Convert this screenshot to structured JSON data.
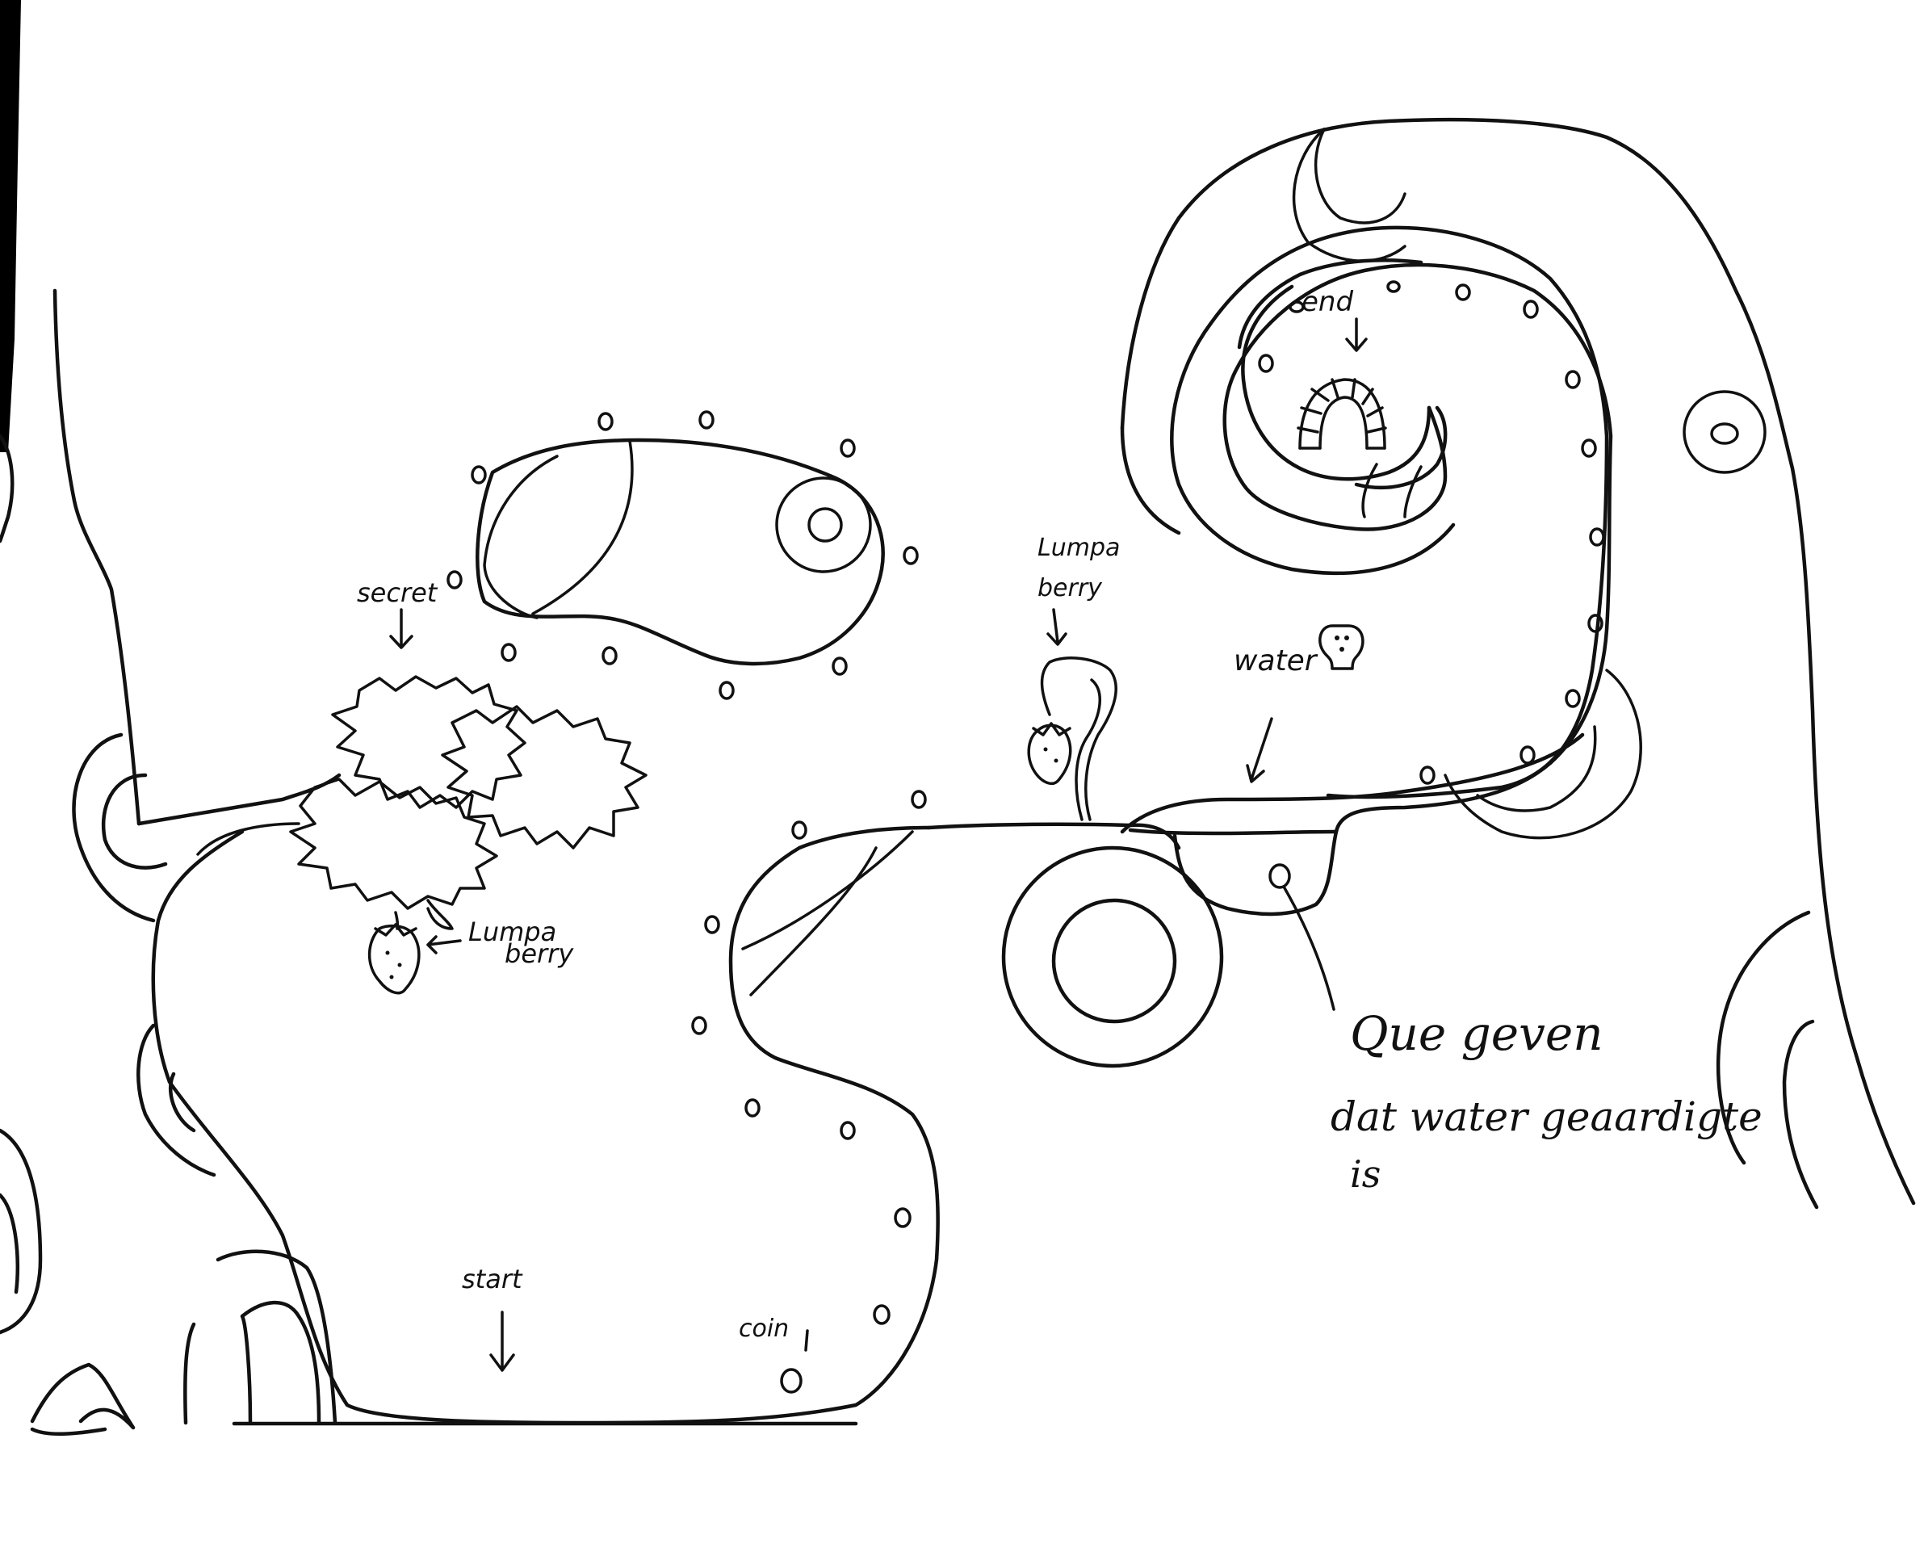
{
  "colors": {
    "ink": "#111111",
    "paper": "#ffffff",
    "margin_bar": "#000000"
  },
  "labels": {
    "secret": "secret",
    "berry_1_line1": "Lumpa",
    "berry_1_line2": "berry",
    "berry_2_line1": "Lumpa",
    "berry_2_line2": "berry",
    "water": "water",
    "end": "end",
    "start": "start",
    "coin": "coin"
  },
  "note": {
    "line1": "Que geven",
    "line2": "dat water geaardigte",
    "line3": "is"
  },
  "icons": {
    "berry": "strawberry-icon",
    "bush": "spiky-bush-icon",
    "door": "arched-stone-door-icon",
    "water_sign": "water-keyhole-sign-icon",
    "coin": "coin-icon"
  }
}
